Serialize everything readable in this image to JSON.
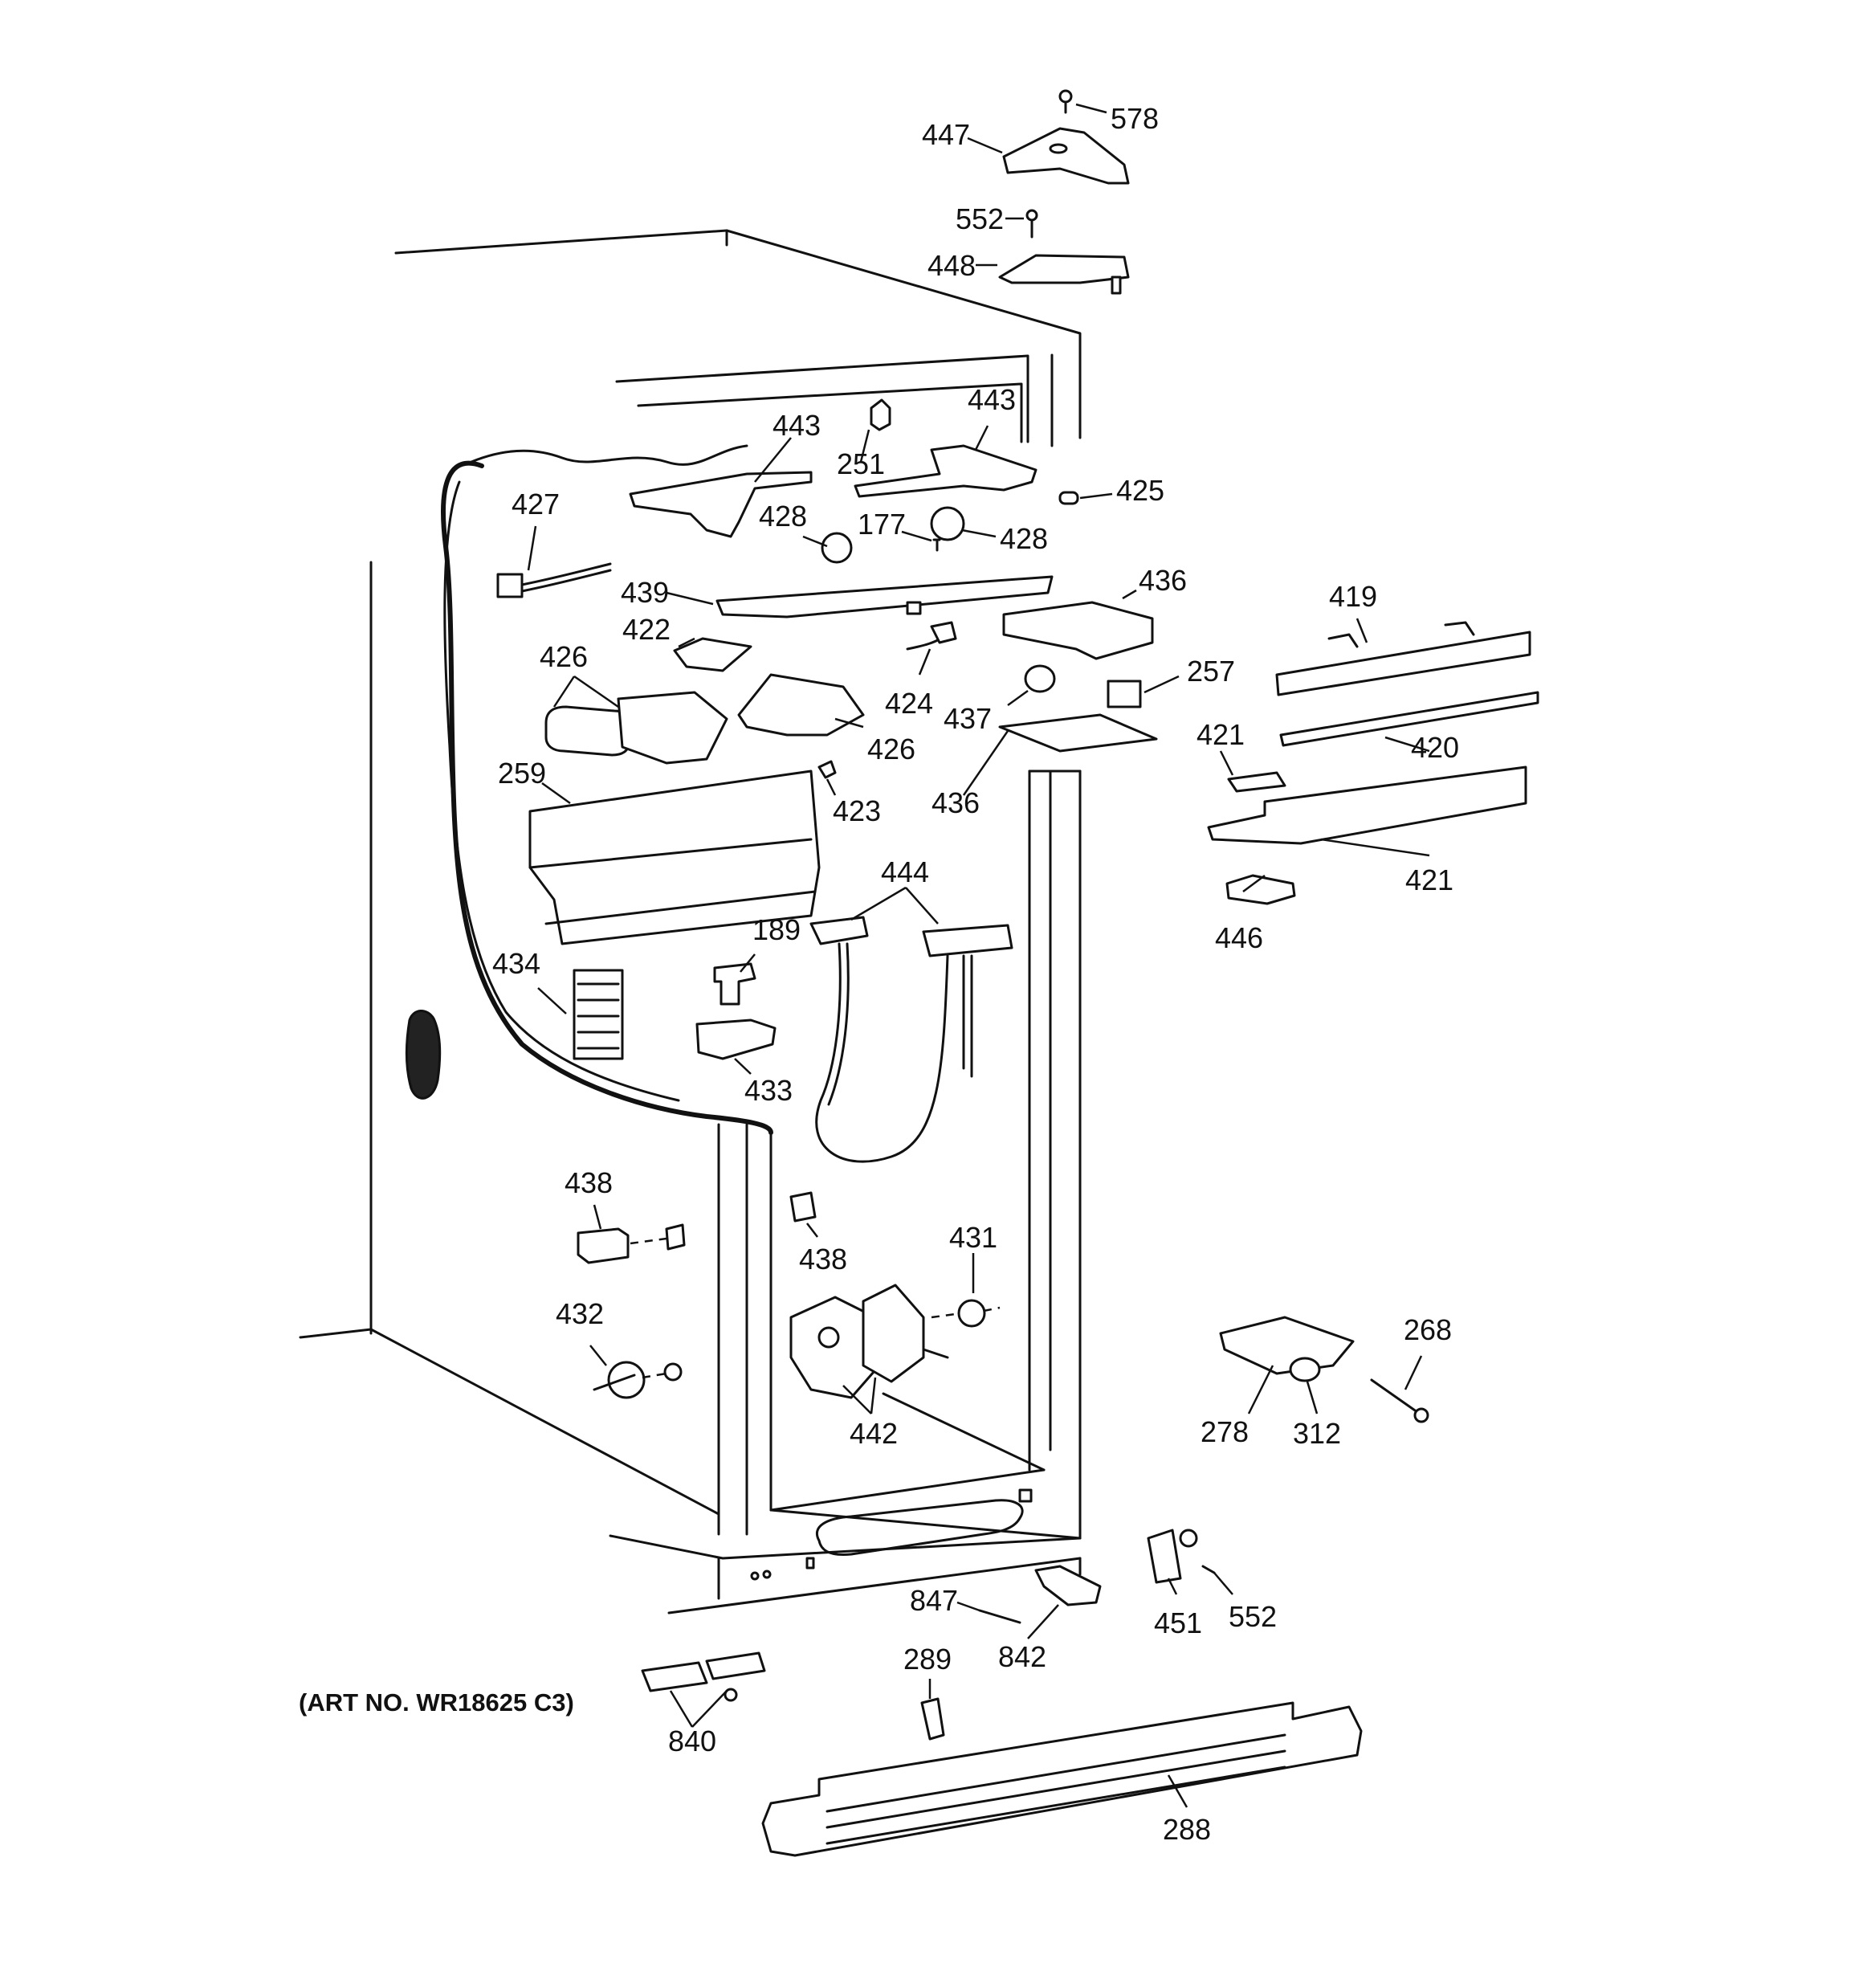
{
  "art_number": "(ART NO. WR18625 C3)",
  "callouts": [
    {
      "id": "c578",
      "text": "578"
    },
    {
      "id": "c447",
      "text": "447"
    },
    {
      "id": "c552a",
      "text": "552"
    },
    {
      "id": "c448",
      "text": "448"
    },
    {
      "id": "c443a",
      "text": "443"
    },
    {
      "id": "c251",
      "text": "251"
    },
    {
      "id": "c443b",
      "text": "443"
    },
    {
      "id": "c425",
      "text": "425"
    },
    {
      "id": "c427",
      "text": "427"
    },
    {
      "id": "c428a",
      "text": "428"
    },
    {
      "id": "c177",
      "text": "177"
    },
    {
      "id": "c428b",
      "text": "428"
    },
    {
      "id": "c439",
      "text": "439"
    },
    {
      "id": "c436a",
      "text": "436"
    },
    {
      "id": "c419",
      "text": "419"
    },
    {
      "id": "c422",
      "text": "422"
    },
    {
      "id": "c426a",
      "text": "426"
    },
    {
      "id": "c424",
      "text": "424"
    },
    {
      "id": "c437",
      "text": "437"
    },
    {
      "id": "c257",
      "text": "257"
    },
    {
      "id": "c426b",
      "text": "426"
    },
    {
      "id": "c421a",
      "text": "421"
    },
    {
      "id": "c420",
      "text": "420"
    },
    {
      "id": "c259",
      "text": "259"
    },
    {
      "id": "c423",
      "text": "423"
    },
    {
      "id": "c436b",
      "text": "436"
    },
    {
      "id": "c421b",
      "text": "421"
    },
    {
      "id": "c444",
      "text": "444"
    },
    {
      "id": "c446",
      "text": "446"
    },
    {
      "id": "c189",
      "text": "189"
    },
    {
      "id": "c434",
      "text": "434"
    },
    {
      "id": "c433",
      "text": "433"
    },
    {
      "id": "c438a",
      "text": "438"
    },
    {
      "id": "c438b",
      "text": "438"
    },
    {
      "id": "c431",
      "text": "431"
    },
    {
      "id": "c432",
      "text": "432"
    },
    {
      "id": "c268",
      "text": "268"
    },
    {
      "id": "c442",
      "text": "442"
    },
    {
      "id": "c278",
      "text": "278"
    },
    {
      "id": "c312",
      "text": "312"
    },
    {
      "id": "c847",
      "text": "847"
    },
    {
      "id": "c451",
      "text": "451"
    },
    {
      "id": "c552b",
      "text": "552"
    },
    {
      "id": "c289",
      "text": "289"
    },
    {
      "id": "c842",
      "text": "842"
    },
    {
      "id": "c840",
      "text": "840"
    },
    {
      "id": "c288",
      "text": "288"
    }
  ]
}
